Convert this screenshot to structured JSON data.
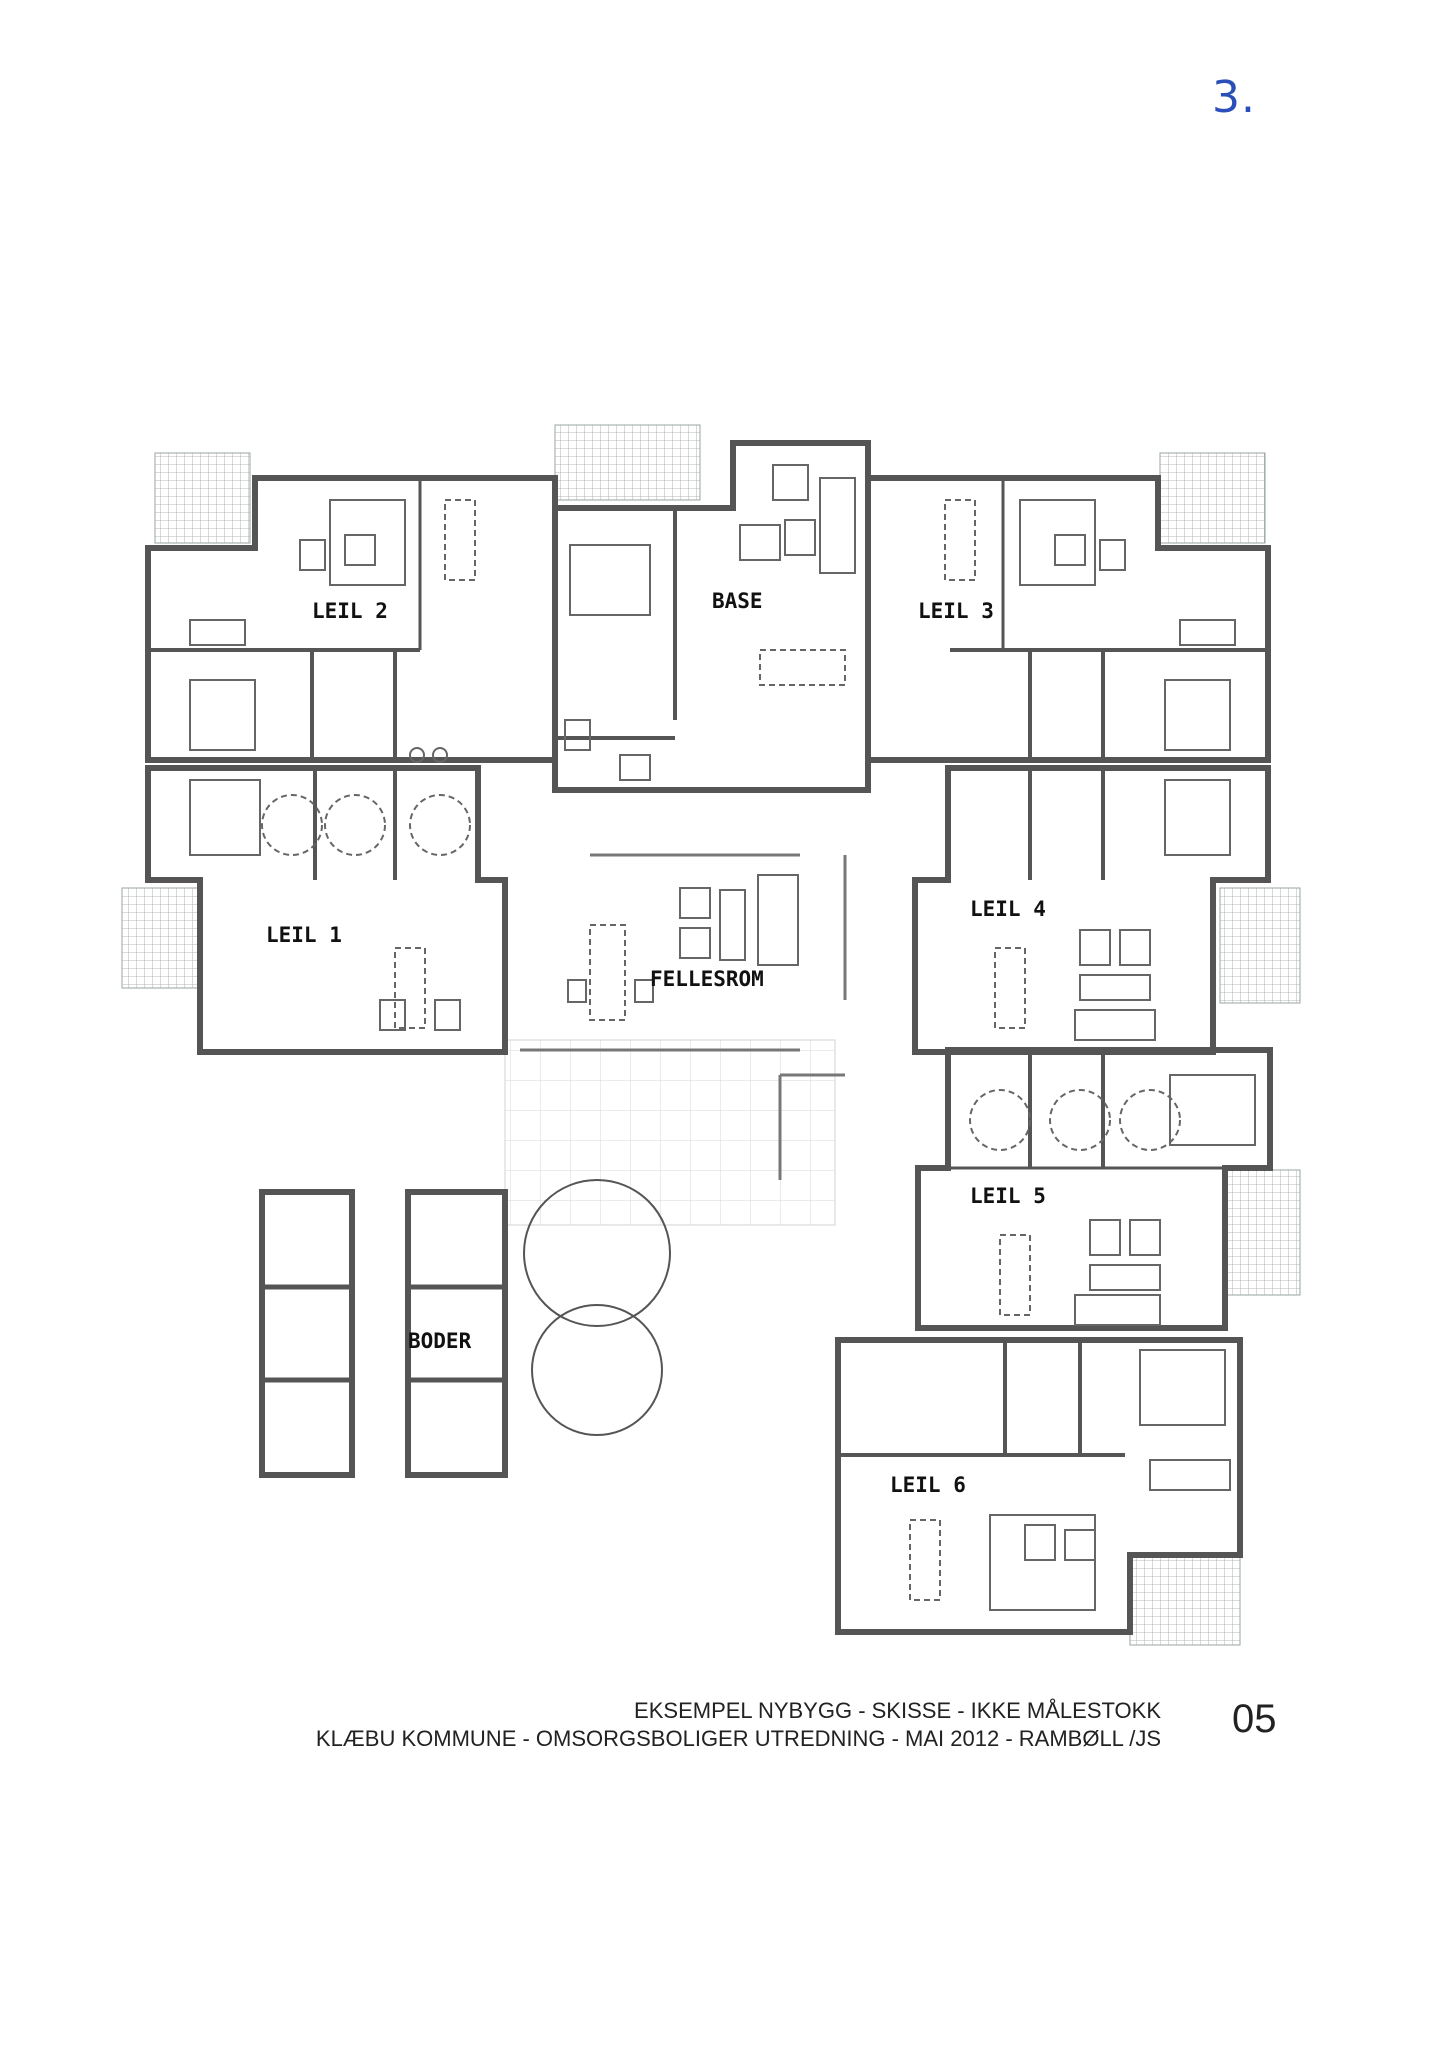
{
  "page_mark": "3.",
  "rooms": {
    "leil1": "LEIL 1",
    "leil2": "LEIL 2",
    "leil3": "LEIL 3",
    "leil4": "LEIL 4",
    "leil5": "LEIL 5",
    "leil6": "LEIL 6",
    "base": "BASE",
    "fellesrom": "FELLESROM",
    "boder": "BODER"
  },
  "caption": {
    "line1": "EKSEMPEL NYBYGG - SKISSE - IKKE MÅLESTOKK",
    "line2": "KLÆBU KOMMUNE - OMSORGSBOLIGER UTREDNING - MAI 2012 - RAMBØLL /JS"
  },
  "page_number": "05",
  "colors": {
    "wall": "#555555",
    "furniture": "#666666",
    "terrace_grid": "#9aa4a0",
    "page_mark": "#2a4fb8"
  }
}
